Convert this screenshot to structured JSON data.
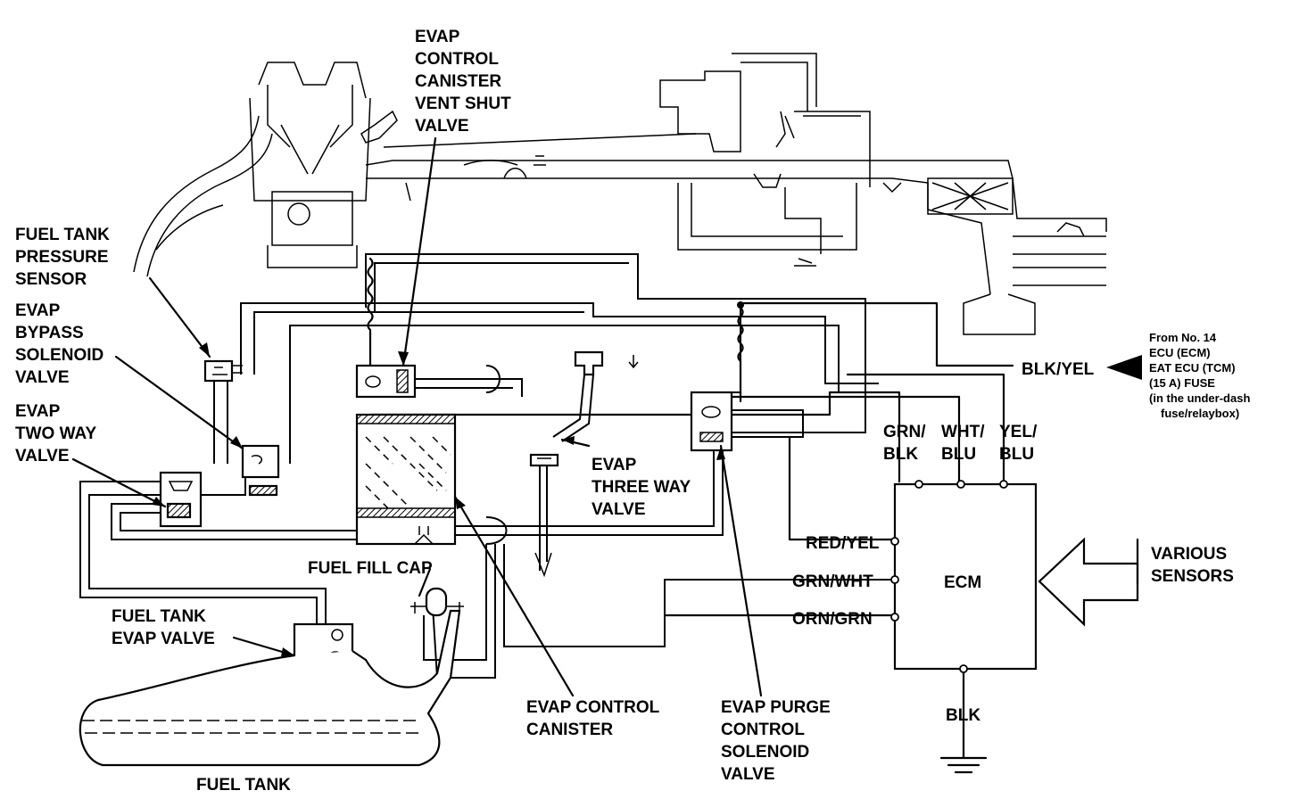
{
  "labels": {
    "vent_shut_valve": [
      "EVAP",
      "CONTROL",
      "CANISTER",
      "VENT SHUT",
      "VALVE"
    ],
    "pressure_sensor": [
      "FUEL TANK",
      "PRESSURE",
      "SENSOR"
    ],
    "bypass_solenoid": [
      "EVAP",
      "BYPASS",
      "SOLENOID",
      "VALVE"
    ],
    "two_way_valve": [
      "EVAP",
      "TWO WAY",
      "VALVE"
    ],
    "three_way_valve": [
      "EVAP",
      "THREE WAY",
      "VALVE"
    ],
    "fuel_fill_cap": "FUEL FILL CAP",
    "tank_evap_valve": [
      "FUEL TANK",
      "EVAP VALVE"
    ],
    "fuel_tank": "FUEL TANK",
    "control_canister": [
      "EVAP CONTROL",
      "CANISTER"
    ],
    "purge_solenoid": [
      "EVAP PURGE",
      "CONTROL",
      "SOLENOID",
      "VALVE"
    ],
    "various_sensors": [
      "VARIOUS",
      "SENSORS"
    ],
    "ecm": "ECM"
  },
  "wires": {
    "blk_yel": "BLK/YEL",
    "grn_blk": [
      "GRN/",
      "BLK"
    ],
    "wht_blu": [
      "WHT/",
      "BLU"
    ],
    "yel_blu": [
      "YEL/",
      "BLU"
    ],
    "red_yel": "RED/YEL",
    "grn_wht": "GRN/WHT",
    "orn_grn": "ORN/GRN",
    "blk": "BLK"
  },
  "power_source": [
    "From No. 14",
    "ECU (ECM)",
    "EAT ECU (TCM)",
    "(15 A) FUSE",
    "(in the under-dash",
    "fuse/relaybox)"
  ]
}
